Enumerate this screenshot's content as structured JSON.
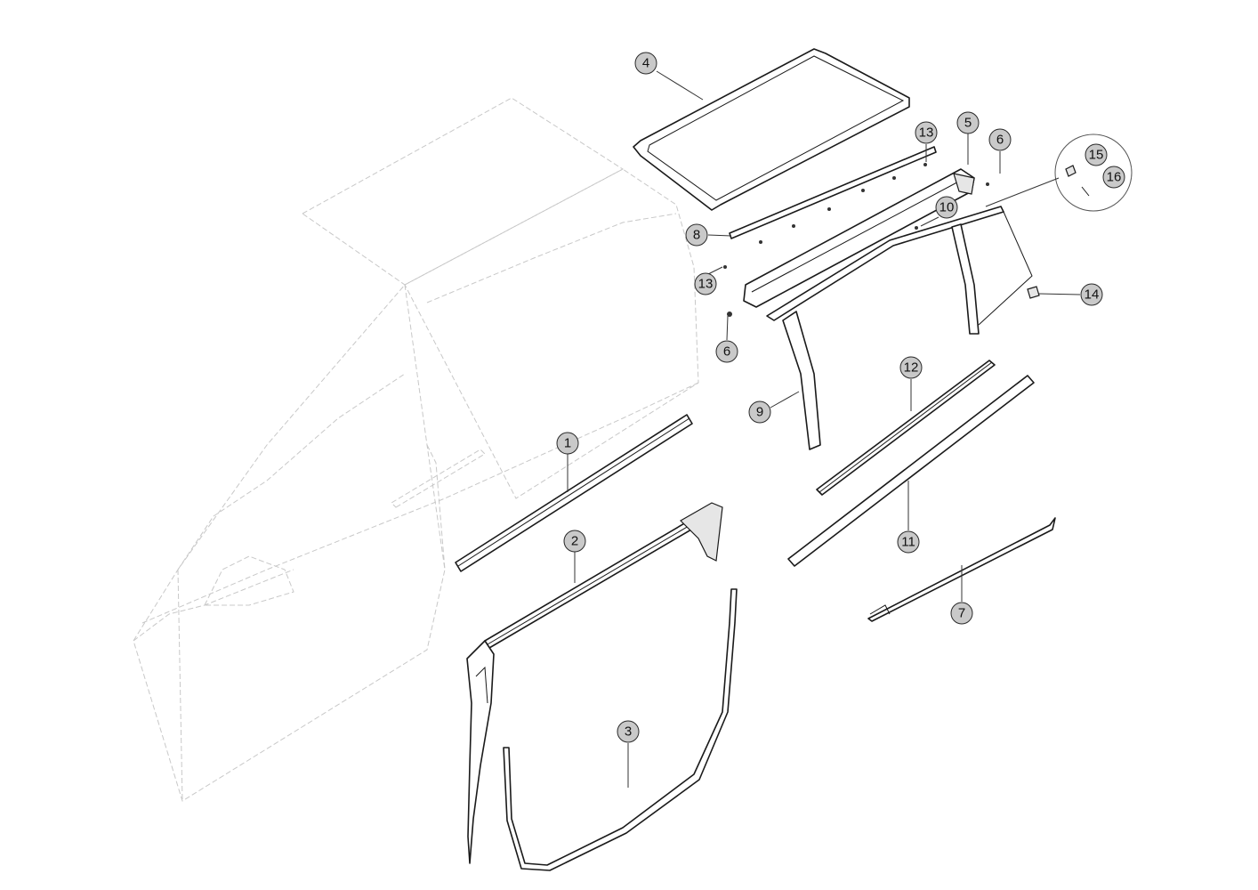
{
  "callouts": [
    {
      "id": "c1",
      "label": "1"
    },
    {
      "id": "c2",
      "label": "2"
    },
    {
      "id": "c3",
      "label": "3"
    },
    {
      "id": "c4",
      "label": "4"
    },
    {
      "id": "c5",
      "label": "5"
    },
    {
      "id": "c6a",
      "label": "6"
    },
    {
      "id": "c6b",
      "label": "6"
    },
    {
      "id": "c7",
      "label": "7"
    },
    {
      "id": "c8",
      "label": "8"
    },
    {
      "id": "c9",
      "label": "9"
    },
    {
      "id": "c10",
      "label": "10"
    },
    {
      "id": "c11",
      "label": "11"
    },
    {
      "id": "c12",
      "label": "12"
    },
    {
      "id": "c13a",
      "label": "13"
    },
    {
      "id": "c13b",
      "label": "13"
    },
    {
      "id": "c14",
      "label": "14"
    },
    {
      "id": "c15",
      "label": "15"
    },
    {
      "id": "c16",
      "label": "16"
    }
  ]
}
